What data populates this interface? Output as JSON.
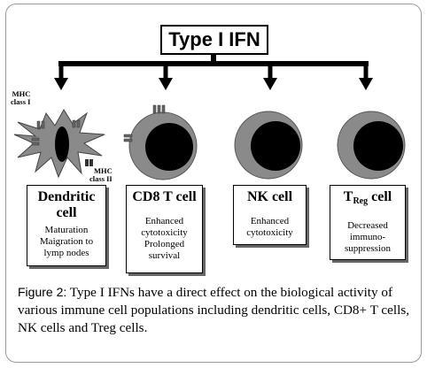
{
  "title": "Type I IFN",
  "labels": {
    "mhc_class_1": "MHC\nclass I",
    "mhc_class_2": "MHC\nclass II"
  },
  "cards": [
    {
      "name": "Dendritic\ncell",
      "desc": "Maturation\nMaigration to\nlymp nodes"
    },
    {
      "name": "CD8 T cell",
      "desc": "Enhanced\ncytotoxicity\nProlonged\nsurvival"
    },
    {
      "name": "NK cell",
      "desc": "Enhanced\ncytotoxicity"
    },
    {
      "name_main": "T",
      "name_sub": "Reg",
      "name_rest": " cell",
      "desc": "Decreased\nimmuno-\nsuppression"
    }
  ],
  "caption": {
    "label": "Figure 2:",
    "text": "Type I IFNs have a direct effect on the biological activity of various immune cell populations including dendritic cells, CD8+ T cells, NK cells and Treg cells."
  },
  "colors": {
    "cell_membrane": "#8a8a8a",
    "nucleus": "#000000",
    "receptor": "#666666"
  }
}
